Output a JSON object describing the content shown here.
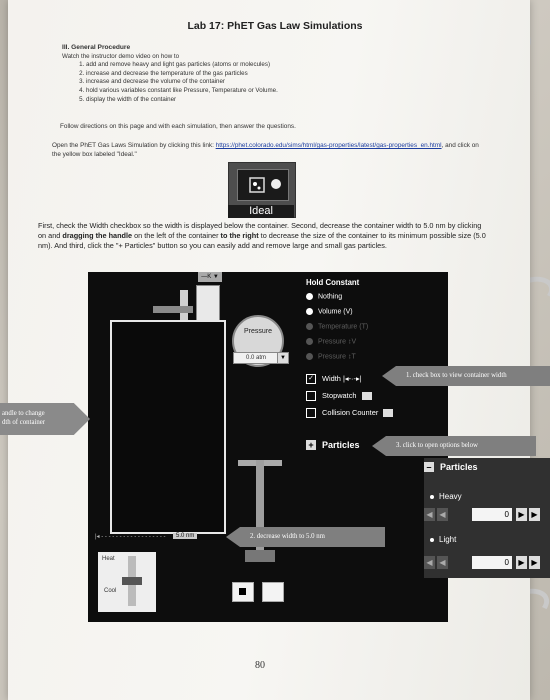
{
  "doc": {
    "title": "Lab 17: PhET Gas Law Simulations",
    "section_heading": "III. General Procedure",
    "intro": "Watch the instructor demo video on how to",
    "steps": [
      "add and remove heavy and light gas particles (atoms or molecules)",
      "increase and decrease the temperature of the gas particles",
      "increase and decrease the volume of the container",
      "hold various variables constant like Pressure, Temperature or Volume.",
      "display the width of the container"
    ],
    "follow": "Follow directions on this page and with each simulation, then answer the questions.",
    "open_before": "Open the PhET Gas Laws Simulation by clicking this link: ",
    "open_link": "https://phet.colorado.edu/sims/html/gas-properties/latest/gas-properties_en.html",
    "open_after": ", and click on the yellow box labeled \"Ideal.\"",
    "ideal_label": "Ideal",
    "first_p1": "First, check the Width checkbox so the width is displayed below the container.  Second, decrease the container width to 5.0 nm by clicking on and ",
    "first_b1": "dragging the handle",
    "first_p2": " on the left of the container ",
    "first_b2": "to the right",
    "first_p3": " to decrease the size of the container to its minimum possible size (5.0 nm).  And third, click the \"+ Particles\" button so you can easily add and remove large and small gas particles.",
    "page_number": "80"
  },
  "sim": {
    "lid_label": "—K ▼",
    "hold_constant": "Hold Constant",
    "hold_options": [
      {
        "label": "Nothing",
        "dim": false
      },
      {
        "label": "Volume (V)",
        "dim": false
      },
      {
        "label": "Temperature (T)",
        "dim": true
      },
      {
        "label": "Pressure ↕V",
        "dim": true
      },
      {
        "label": "Pressure ↕T",
        "dim": true
      }
    ],
    "gauge_label": "Pressure",
    "pressure_value": "0.0 atm",
    "width_label": "Width",
    "width_arrow": "|◂-·-▸|",
    "stopwatch_label": "Stopwatch",
    "collision_label": "Collision Counter",
    "particles_label": "Particles",
    "width_measure": "5.0 nm",
    "heat_label": "Heat",
    "cool_label": "Cool",
    "panel_title": "Particles",
    "heavy_label": "Heavy",
    "heavy_count": "0",
    "light_label": "Light",
    "light_count": "0"
  },
  "annotations": {
    "a1": "1. check box to view container width",
    "a2": "2. decrease width to 5.0 nm",
    "a3": "3. click to open options below",
    "a_left_line1": "andle to change",
    "a_left_line2": "dth of container"
  }
}
